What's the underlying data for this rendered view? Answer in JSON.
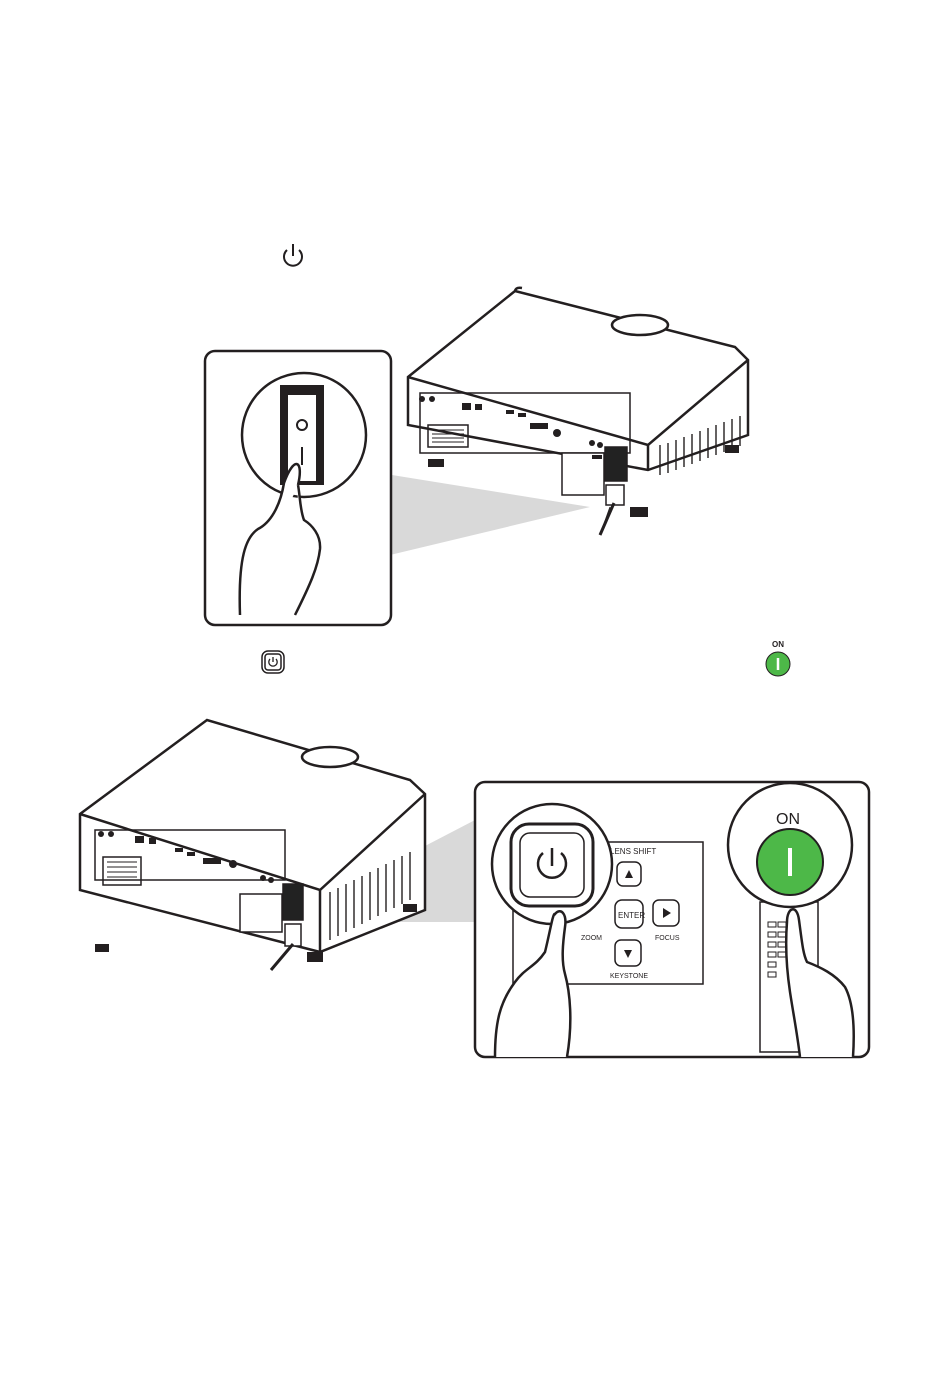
{
  "icons": {
    "power_symbol_inline": "power-icon",
    "power_button_inline": "power-button-icon",
    "on_indicator_inline": "on-button-icon"
  },
  "inline_on_label": "ON",
  "figure2": {
    "keypad": {
      "lens_shift": "LENS SHIFT",
      "enter": "ENTER",
      "zoom": "ZOOM",
      "focus": "FOCUS",
      "keystone": "KEYSTONE"
    },
    "remote_on_label": "ON"
  },
  "colors": {
    "on_green": "#4db848",
    "line": "#231f20"
  }
}
